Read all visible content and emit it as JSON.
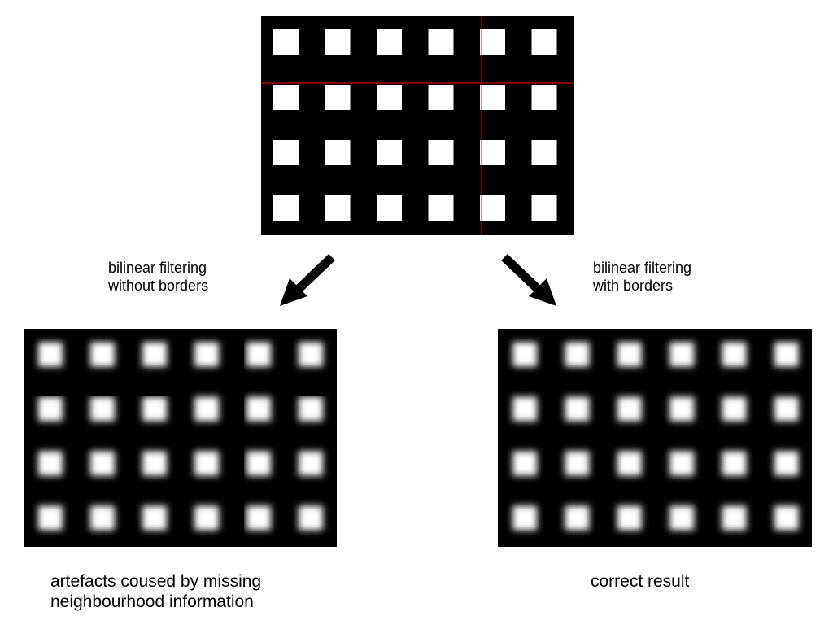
{
  "diagram": {
    "grid": {
      "rows": 4,
      "cols": 6
    },
    "colors": {
      "background": "#000000",
      "square": "#ffffff",
      "tile_border": "#ff0000"
    },
    "labels": {
      "without_borders": "bilinear filtering\nwithout borders",
      "with_borders": "bilinear filtering\nwith borders"
    },
    "captions": {
      "artefacts": "artefacts coused by missing\nneighbourhood information",
      "correct": "correct result"
    }
  }
}
